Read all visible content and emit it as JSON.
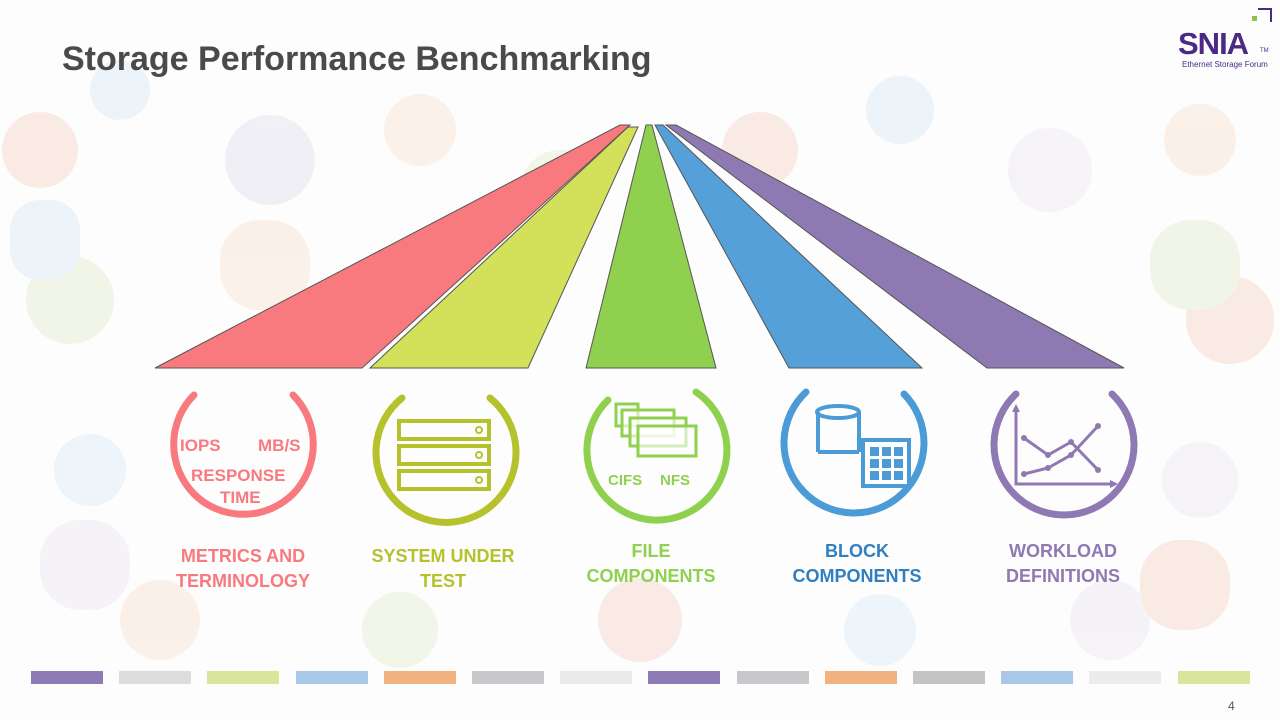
{
  "slide": {
    "title": "Storage Performance Benchmarking",
    "page_number": "4"
  },
  "logo": {
    "name": "SNIA",
    "tm": "TM",
    "subtitle": "Ethernet Storage Forum"
  },
  "colors": {
    "metrics": "#f87a7f",
    "system": "#c5d037",
    "file": "#8fd14f",
    "block": "#4a9bd6",
    "workload": "#8f79b2",
    "title": "#4a4a4a"
  },
  "pillars": [
    {
      "caption_line1": "METRICS AND",
      "caption_line2": "TERMINOLOGY",
      "icon": "metrics-icon",
      "icon_text": [
        "IOPS",
        "MB/S",
        "RESPONSE",
        "TIME"
      ]
    },
    {
      "caption_line1": "SYSTEM UNDER",
      "caption_line2": "TEST",
      "icon": "server-stack-icon"
    },
    {
      "caption_line1": "FILE",
      "caption_line2": "COMPONENTS",
      "icon": "file-windows-icon",
      "icon_text": [
        "CIFS",
        "NFS"
      ]
    },
    {
      "caption_line1": "BLOCK",
      "caption_line2": "COMPONENTS",
      "icon": "database-block-icon"
    },
    {
      "caption_line1": "WORKLOAD",
      "caption_line2": "DEFINITIONS",
      "icon": "line-chart-icon"
    }
  ],
  "footer_strip_colors": [
    "#8e7ab5",
    "#dcdcdc",
    "#d9e59a",
    "#a9c8e8",
    "#f2b27f",
    "#c8c8cc",
    "#e9e9e9",
    "#8e7ab5",
    "#c8c8cc",
    "#f2b27f",
    "#c4c4c4",
    "#a9c8e8",
    "#ececec",
    "#d9e59a"
  ]
}
